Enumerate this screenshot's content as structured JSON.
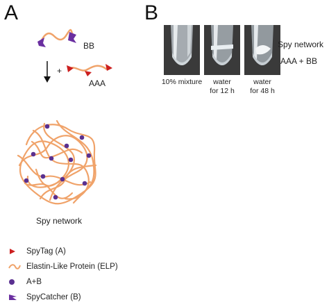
{
  "panelA": {
    "label": "A",
    "bb_label": "BB",
    "plus": "+",
    "aaa_label": "AAA",
    "network_label": "Spy network",
    "legend": [
      {
        "icon": "spytag-triangle-icon",
        "text": "SpyTag (A)"
      },
      {
        "icon": "elp-wave-icon",
        "text": "Elastin-Like Protein (ELP)"
      },
      {
        "icon": "dot-icon",
        "text": "A+B"
      },
      {
        "icon": "spycatcher-flag-icon",
        "text": "SpyCatcher (B)"
      }
    ]
  },
  "panelB": {
    "label": "B",
    "tubes": [
      {
        "line1": "10% mixture",
        "line2": ""
      },
      {
        "line1": "water",
        "line2": "for 12 h"
      },
      {
        "line1": "water",
        "line2": "for 48 h"
      }
    ],
    "side_title": "Spy network",
    "side_sub": "AAA + BB"
  },
  "colors": {
    "elp_orange": "#f0a36a",
    "spytag_red": "#cc1f1f",
    "spycatcher_purple": "#6a2fa0",
    "dot_purple": "#5a3090",
    "photo_bg": "#3a3a3a"
  }
}
